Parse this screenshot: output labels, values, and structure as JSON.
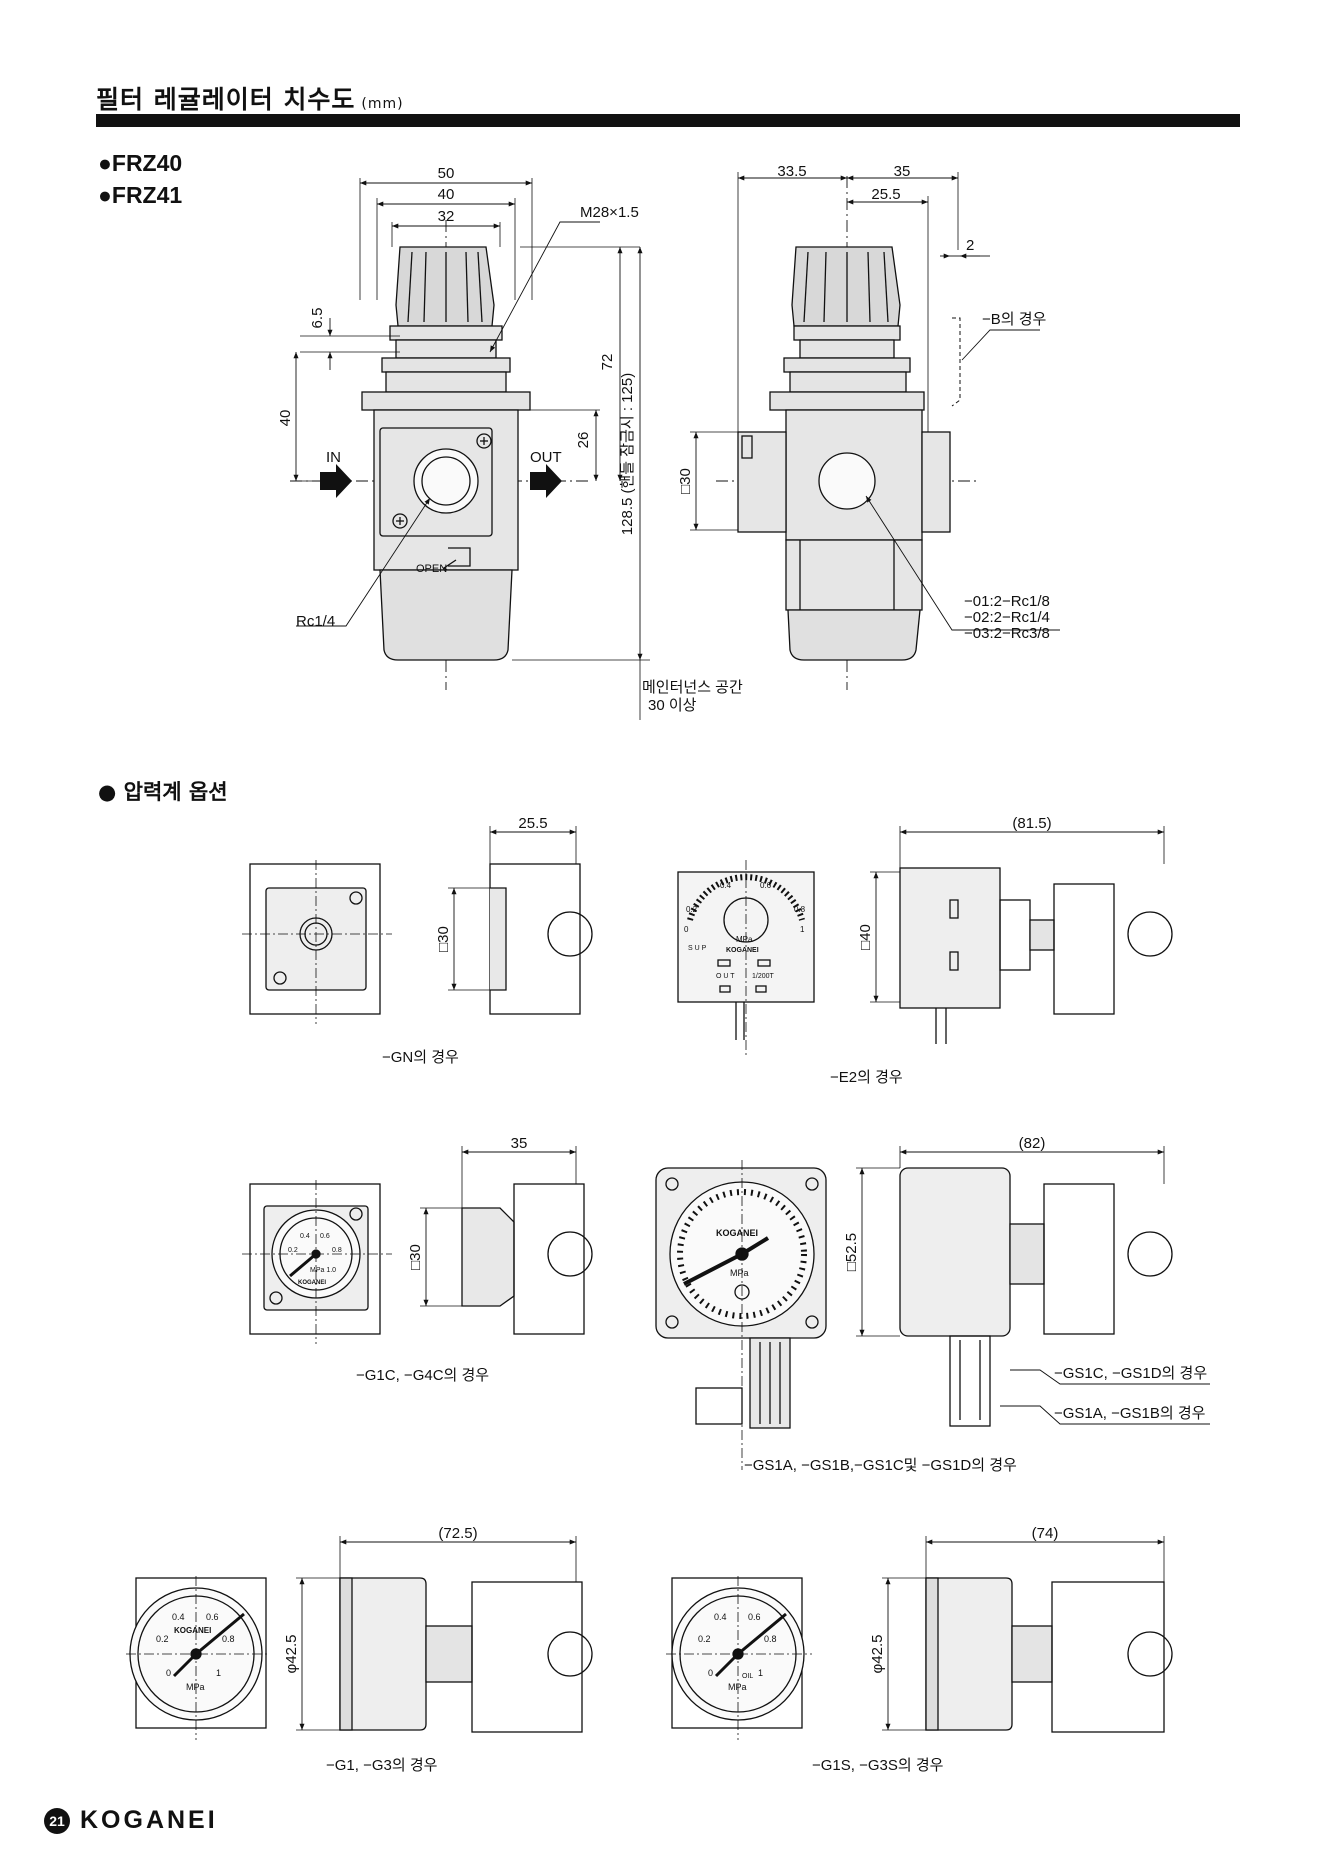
{
  "header": {
    "title": "필터 레귤레이터 치수도",
    "unit": "(mm)"
  },
  "models": [
    "●FRZ40",
    "●FRZ41"
  ],
  "main_dims": {
    "d50": "50",
    "d40": "40",
    "d32": "32",
    "m28": "M28×1.5",
    "d6_5": "6.5",
    "d40v": "40",
    "d72": "72",
    "d26": "26",
    "d128": "128.5 (핸들 잠금시 : 125)",
    "in": "IN",
    "out": "OUT",
    "open": "OPEN",
    "rc14": "Rc1/4",
    "maint1": "메인터넌스 공간",
    "maint2": "30 이상",
    "d33_5": "33.5",
    "d35": "35",
    "d25_5": "25.5",
    "d2": "2",
    "b_case": "−B의 경우",
    "sq30": "□30",
    "port1": "−01:2−Rc1/8",
    "port2": "−02:2−Rc1/4",
    "port3": "−03:2−Rc3/8"
  },
  "gauge_section": "●  압력계 옵션",
  "gn": {
    "dim": "25.5",
    "sq": "□30",
    "caption": "−GN의 경우"
  },
  "e2": {
    "dim": "(81.5)",
    "sq": "□40",
    "caption": "−E2의 경우",
    "g04": "0.4",
    "g06": "0.6",
    "g02": "0.2",
    "g08": "0.8",
    "g0": "0",
    "g1": "1",
    "mpa": "MPa",
    "sup": "S U P",
    "out": "O U T",
    "div": "1/200T",
    "brand": "KOGANEI"
  },
  "g1c": {
    "dim": "35",
    "sq": "□30",
    "caption": "−G1C, −G4C의 경우",
    "g04": "0.4",
    "g06": "0.6",
    "g02": "0.2",
    "g08": "0.8",
    "mpa": "MPa 1.0",
    "brand": "KOGANEI"
  },
  "gs": {
    "dim": "(82)",
    "sq": "□52.5",
    "brand": "KOGANEI",
    "mpa": "MPa",
    "label_cd": "−GS1C, −GS1D의 경우",
    "label_ab": "−GS1A, −GS1B의 경우",
    "caption": "−GS1A, −GS1B,−GS1C및 −GS1D의 경우"
  },
  "g1": {
    "dim": "(72.5)",
    "dia": "φ42.5",
    "caption": "−G1, −G3의 경우",
    "g04": "0.4",
    "g06": "0.6",
    "g02": "0.2",
    "g08": "0.8",
    "g0": "0",
    "g1": "1",
    "mpa": "MPa",
    "brand": "KOGANEI"
  },
  "g1s": {
    "dim": "(74)",
    "dia": "φ42.5",
    "caption": "−G1S, −G3S의 경우",
    "g04": "0.4",
    "g06": "0.6",
    "g02": "0.2",
    "g08": "0.8",
    "g0": "0",
    "g1": "1",
    "mpa": "MPa",
    "oil": "OIL"
  },
  "footer": {
    "page": "21",
    "logo": "KOGANEI"
  }
}
